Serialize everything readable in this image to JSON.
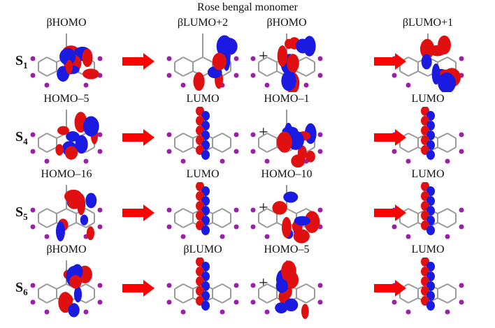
{
  "title": "Rose bengal monomer",
  "colors": {
    "positive_lobe": "#e01010",
    "negative_lobe": "#1a1ae0",
    "arrow": "#ff0000",
    "iodine": "#9b1fa8",
    "bond": "#9a9a9a"
  },
  "rows": [
    {
      "state": "S",
      "sub": "1",
      "orbitals": [
        "βHOMO",
        "βLUMO+2",
        "βHOMO",
        "βLUMO+1"
      ],
      "plus": "+"
    },
    {
      "state": "S",
      "sub": "4",
      "orbitals": [
        "HOMO–5",
        "LUMO",
        "HOMO–1",
        "LUMO"
      ],
      "plus": "+"
    },
    {
      "state": "S",
      "sub": "5",
      "orbitals": [
        "HOMO–16",
        "LUMO",
        "HOMO–10",
        "LUMO"
      ],
      "plus": "+"
    },
    {
      "state": "S",
      "sub": "6",
      "orbitals": [
        "βHOMO",
        "βLUMO",
        "HOMO–5",
        "LUMO"
      ],
      "plus": "+"
    }
  ]
}
